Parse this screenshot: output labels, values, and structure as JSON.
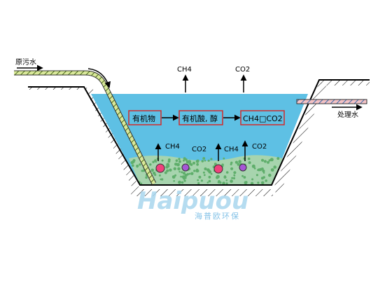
{
  "diagram": {
    "inflow_label": "原污水",
    "outflow_label": "处理水",
    "gas_top_left": "CH4",
    "gas_top_right": "CO2",
    "box_organic": "有机物",
    "box_acids": "有机酸, 醇",
    "box_products": "CH4□CO2",
    "sludge_gas_1": "CH4",
    "sludge_gas_2": "CO2",
    "sludge_gas_3": "CH4",
    "sludge_gas_4": "CO2"
  },
  "watermark": {
    "brand": "Haipuou",
    "subtitle": "海普欧环保"
  },
  "colors": {
    "water": "#5ec0e4",
    "sludge": "#a7d4ae",
    "sludge_dot": "#5fae6b",
    "box_border": "#d22b2b",
    "bubble_pink": "#f0417c",
    "bubble_purple": "#a656d6",
    "pipe_in": "#b6d46a",
    "pipe_out": "#e79aa0"
  }
}
